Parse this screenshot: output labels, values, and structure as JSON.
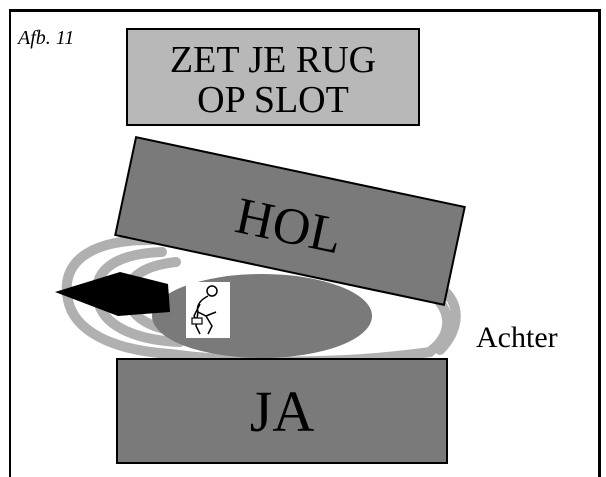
{
  "caption": "Afb. 11",
  "title_lines": [
    "ZET JE RUG",
    "OP SLOT"
  ],
  "upper_block_label": "HOL",
  "lower_block_label": "JA",
  "side_label": "Achter",
  "colors": {
    "title_fill": "#b8b8b8",
    "block_fill": "#7a7a7a",
    "swirl": "#b0b0b0",
    "arrow": "#000000",
    "oval": "#7a7a7a"
  },
  "icons": [
    "person-lifting-icon",
    "arrow-left-icon"
  ]
}
